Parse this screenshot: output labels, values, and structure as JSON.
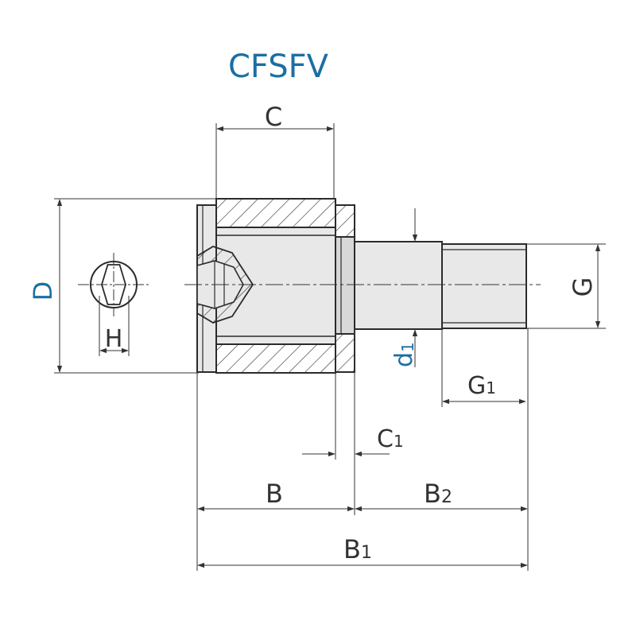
{
  "title": "CFSFV",
  "labels": {
    "C": "C",
    "D": "D",
    "H": "H",
    "G": "G",
    "d1_main": "d",
    "d1_sub": "1",
    "G1_main": "G",
    "G1_sub": "1",
    "C1_main": "C",
    "C1_sub": "1",
    "B": "B",
    "B2_main": "B",
    "B2_sub": "2",
    "B1_main": "B",
    "B1_sub": "1"
  },
  "colors": {
    "title": "#1a6fa3",
    "accent_label": "#1a6fa3",
    "part_fill": "#e8e8e8",
    "part_dark": "#d2d2d2",
    "outline": "#2b2b2b",
    "dim_line": "#333333"
  }
}
